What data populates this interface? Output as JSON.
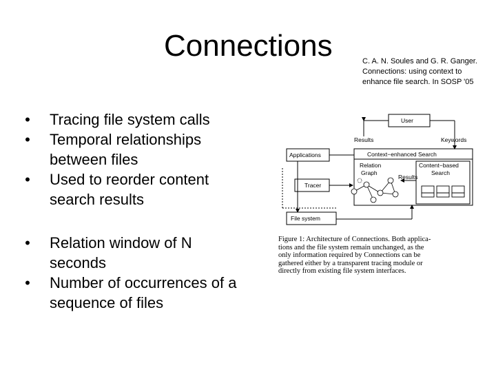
{
  "slide": {
    "title": "Connections",
    "citation_lines": [
      "C. A. N. Soules and G. R. Ganger.",
      "Connections: using context to",
      "enhance file search. In SOSP '05"
    ],
    "bullets_group_1": [
      {
        "lines": [
          "Tracing file system calls"
        ]
      },
      {
        "lines": [
          "Temporal relationships",
          "between files"
        ]
      },
      {
        "lines": [
          "Used to reorder content",
          "search results"
        ]
      }
    ],
    "bullets_group_2": [
      {
        "lines": [
          "Relation window of N",
          "seconds"
        ]
      },
      {
        "lines": [
          "Number of occurrences of a",
          "sequence of files"
        ]
      }
    ]
  },
  "figure": {
    "user": "User",
    "results_label": "Results",
    "keywords_label": "Keywords",
    "applications": "Applications",
    "context_search": "Context−enhanced Search",
    "relation_graph_1": "Relation",
    "relation_graph_2": "Graph",
    "content_search_1": "Content−based",
    "content_search_2": "Search",
    "results_inner": "Results",
    "tracer": "Tracer",
    "file_system": "File system",
    "caption_lines": [
      "Figure 1:  Architecture of Connections.  Both applica-",
      "tions and the file system remain unchanged, as the",
      "only information required by Connections can be",
      "gathered either by a transparent tracing module or",
      "directly from existing file system interfaces."
    ]
  }
}
